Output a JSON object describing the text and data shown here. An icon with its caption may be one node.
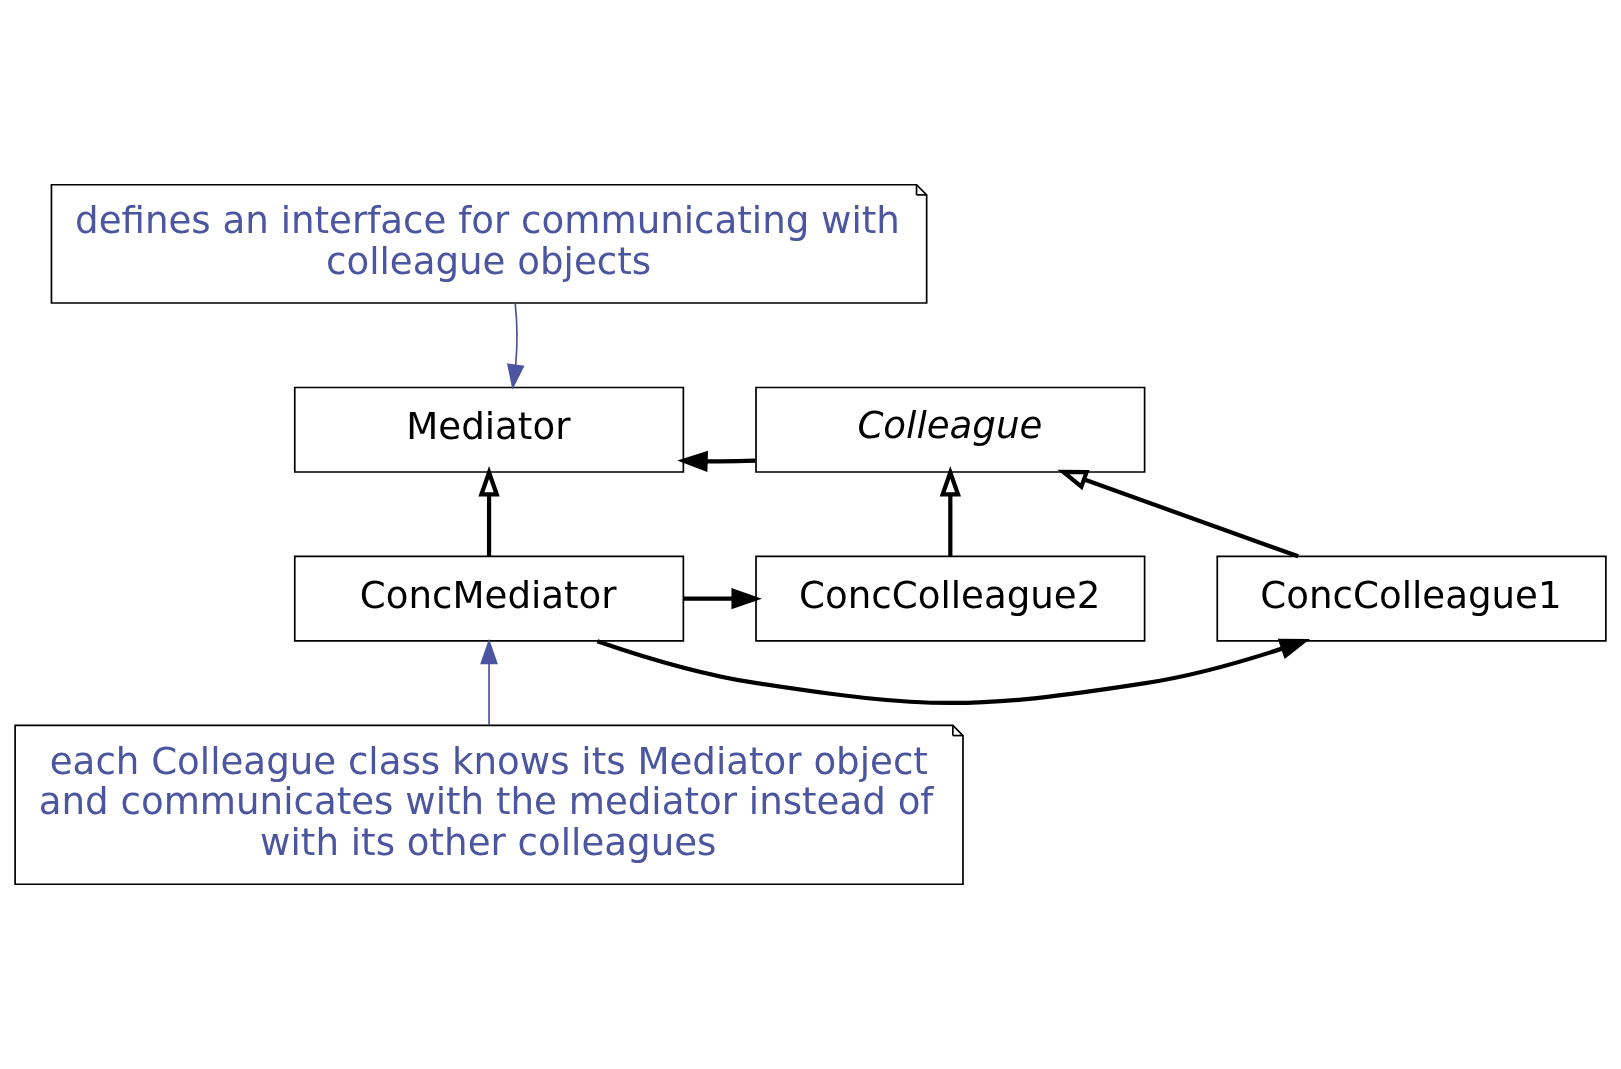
{
  "diagram": {
    "nodes": [
      {
        "text": [
          "defines an interface for communicating with colleague objects"
        ]
      },
      {
        "text": [
          "Mediator"
        ]
      },
      {
        "text": [
          "Colleague"
        ]
      },
      {
        "text": [
          "ConcMediator"
        ]
      },
      {
        "text": [
          "ConcColleague1"
        ]
      },
      {
        "text": [
          "ConcColleague2"
        ]
      },
      {
        "text": [
          "each Colleague class knows its Mediator object and communicates with the mediator instead of with its other colleagues"
        ]
      }
    ],
    "edges": [
      {
        "from": 0,
        "to": 1,
        "arrow": "to",
        "color": "#4b55a0"
      },
      {
        "from": 2,
        "to": 1,
        "arrow": "to"
      },
      {
        "from": 3,
        "to": 1,
        "arrow": "to"
      },
      {
        "from": 4,
        "to": 2,
        "arrow": "to"
      },
      {
        "from": 5,
        "to": 2,
        "arrow": "to"
      },
      {
        "from": 3,
        "to": 4,
        "arrow": "to"
      },
      {
        "from": 3,
        "to": 5,
        "arrow": "to"
      },
      {
        "from": 6,
        "to": 3,
        "arrow": "to",
        "color": "#4b55a0"
      }
    ]
  }
}
